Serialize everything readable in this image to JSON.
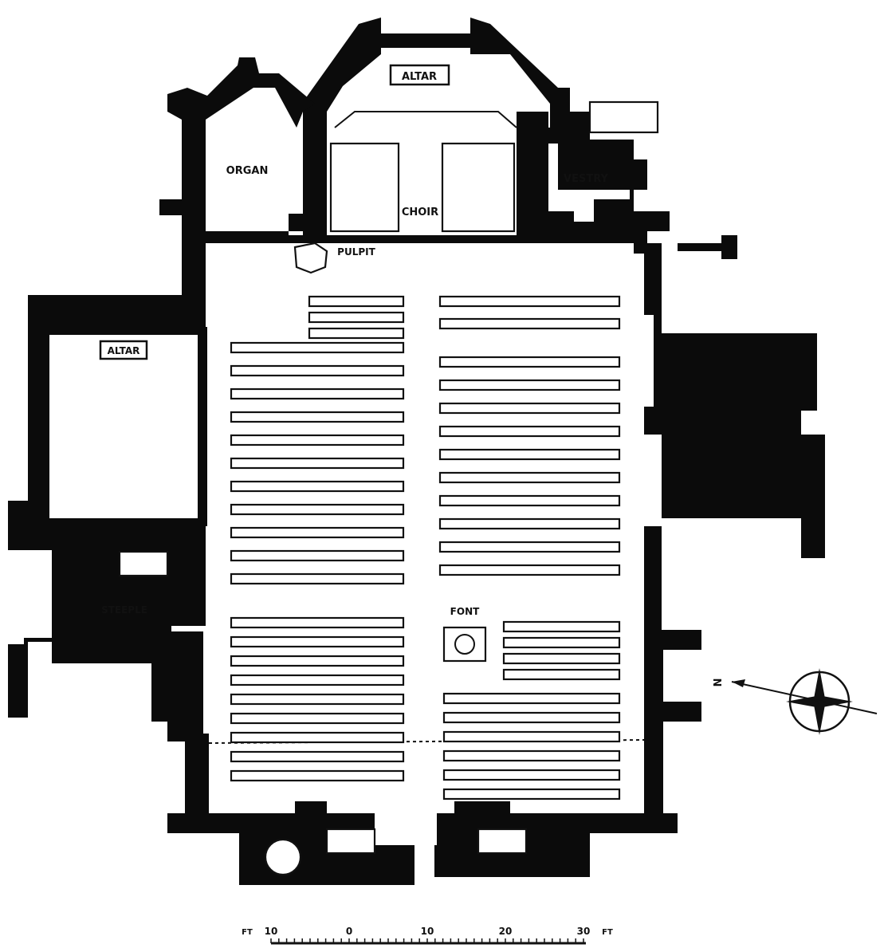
{
  "labels": {
    "altar_main": "ALTAR",
    "altar_side": "ALTAR",
    "organ": "ORGAN",
    "choir": "CHOIR",
    "vestry": "VESTRY",
    "pulpit": "PULPIT",
    "steeple": "STEEPLE",
    "font": "FONT"
  },
  "compass": {
    "north": "N",
    "icon": "compass-rose-icon"
  },
  "scale": {
    "unit_left": "FT",
    "unit_right": "FT",
    "ticks": [
      "10",
      "0",
      "10",
      "20",
      "30"
    ]
  },
  "colors": {
    "ink": "#0b0b0b",
    "paper": "#ffffff"
  }
}
